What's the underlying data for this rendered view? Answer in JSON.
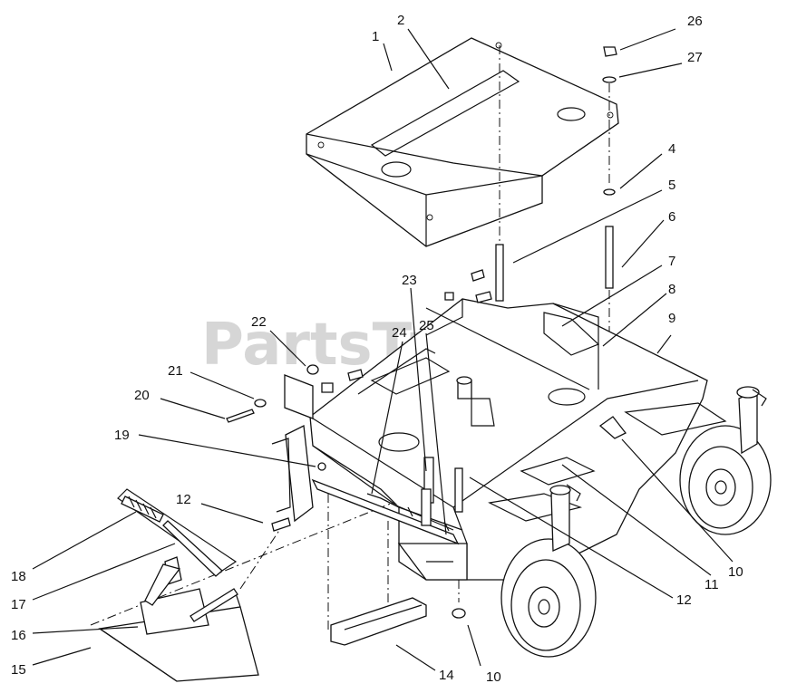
{
  "watermark": "PartsTree",
  "callouts": [
    {
      "id": "c1",
      "text": "1"
    },
    {
      "id": "c2",
      "text": "2"
    },
    {
      "id": "c4",
      "text": "4"
    },
    {
      "id": "c5",
      "text": "5"
    },
    {
      "id": "c6",
      "text": "6"
    },
    {
      "id": "c7",
      "text": "7"
    },
    {
      "id": "c8",
      "text": "8"
    },
    {
      "id": "c9",
      "text": "9"
    },
    {
      "id": "c10a",
      "text": "10"
    },
    {
      "id": "c10b",
      "text": "10"
    },
    {
      "id": "c11",
      "text": "11"
    },
    {
      "id": "c12a",
      "text": "12"
    },
    {
      "id": "c12b",
      "text": "12"
    },
    {
      "id": "c14",
      "text": "14"
    },
    {
      "id": "c15",
      "text": "15"
    },
    {
      "id": "c16",
      "text": "16"
    },
    {
      "id": "c17",
      "text": "17"
    },
    {
      "id": "c18",
      "text": "18"
    },
    {
      "id": "c19",
      "text": "19"
    },
    {
      "id": "c20",
      "text": "20"
    },
    {
      "id": "c21",
      "text": "21"
    },
    {
      "id": "c22",
      "text": "22"
    },
    {
      "id": "c23",
      "text": "23"
    },
    {
      "id": "c24",
      "text": "24"
    },
    {
      "id": "c25",
      "text": "25"
    },
    {
      "id": "c26",
      "text": "26"
    },
    {
      "id": "c27",
      "text": "27"
    }
  ]
}
